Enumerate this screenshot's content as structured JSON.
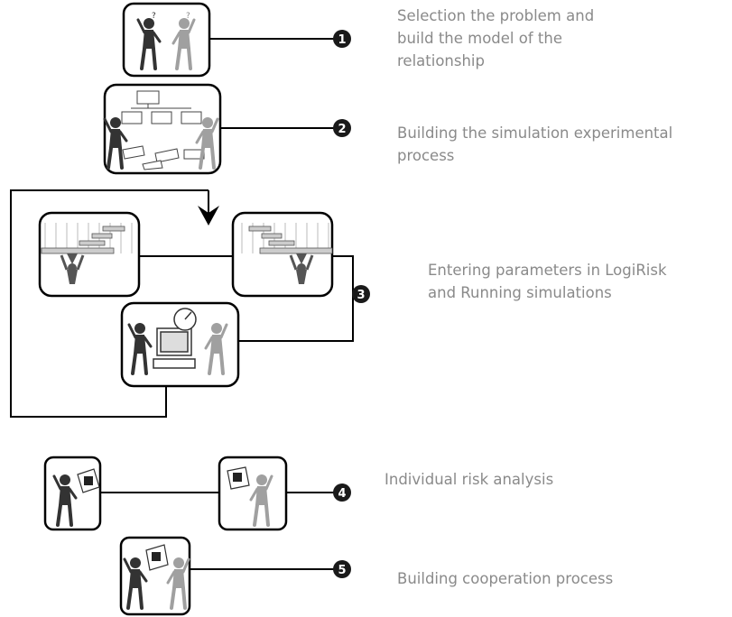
{
  "steps": [
    {
      "number": "1",
      "text": "Selection the problem and\nbuild the model of the\nrelationship"
    },
    {
      "number": "2",
      "text": "Building the simulation experimental\nprocess"
    },
    {
      "number": "3",
      "text": "Entering parameters in LogiRisk\nand Running simulations"
    },
    {
      "number": "4",
      "text": "Individual risk analysis"
    },
    {
      "number": "5",
      "text": "Building cooperation process"
    }
  ],
  "icons": {
    "step1": "two-people-thinking-icon",
    "step2": "people-building-org-chart-icon",
    "step3a": "person-lifting-gantt-chart-icon",
    "step3b": "person-lifting-gantt-chart-icon",
    "step3c": "people-at-computer-icon",
    "step4a": "person-holding-document-icon",
    "step4b": "person-holding-document-icon",
    "step5": "two-people-with-document-icon"
  },
  "colors": {
    "stroke": "#000000",
    "badge": "#1a1a1a",
    "text": "#8a8a8a",
    "figure_dark": "#333333",
    "figure_light": "#9a9a9a"
  }
}
